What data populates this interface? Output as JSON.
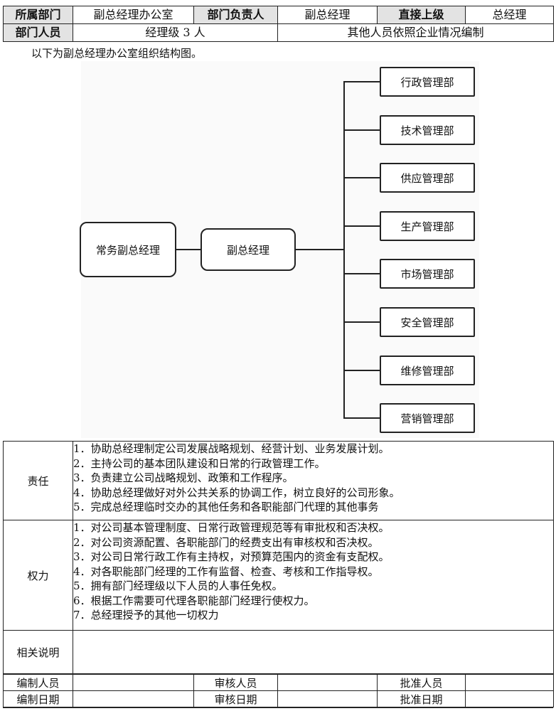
{
  "header": {
    "row1": {
      "dept_label": "所属部门",
      "dept_value": "副总经理办公室",
      "head_label": "部门负责人",
      "head_value": "副总经理",
      "superior_label": "直接上级",
      "superior_value": "总经理"
    },
    "row2": {
      "staff_label": "部门人员",
      "staff_value": "经理级 3 人",
      "other_value": "其他人员依照企业情况编制"
    }
  },
  "intro": "以下为副总经理办公室组织结构图。",
  "org": {
    "top": "常务副总经理",
    "mid": "副总经理",
    "depts": [
      "行政管理部",
      "技术管理部",
      "供应管理部",
      "生产管理部",
      "市场管理部",
      "安全管理部",
      "维修管理部",
      "营销管理部"
    ]
  },
  "duties": {
    "label": "责任",
    "items": [
      "1．协助总经理制定公司发展战略规划、经营计划、业务发展计划。",
      "2．主持公司的基本团队建设和日常的行政管理工作。",
      "3．负责建立公司战略规划、政策和工作程序。",
      "4．协助总经理做好对外公共关系的协调工作，树立良好的公司形象。",
      "5．完成总经理临时交办的其他任务和各职能部门代理的其他事务"
    ]
  },
  "powers": {
    "label": "权力",
    "items": [
      "1．对公司基本管理制度、日常行政管理规范等有审批权和否决权。",
      "2．对公司资源配置、各职能部门的经费支出有审核权和否决权。",
      "3．对公司日常行政工作有主持权，对预算范围内的资金有支配权。",
      "4．对各职能部门经理的工作有监督、检查、考核和工作指导权。",
      "5．拥有部门经理级以下人员的人事任免权。",
      "6．根据工作需要可代理各职能部门经理行使权力。",
      "7．总经理授予的其他一切权力"
    ]
  },
  "notes": {
    "label": "相关说明"
  },
  "sign": {
    "preparer": "编制人员",
    "reviewer": "审核人员",
    "approver": "批准人员",
    "prep_date": "编制日期",
    "review_date": "审核日期",
    "approve_date": "批准日期"
  }
}
